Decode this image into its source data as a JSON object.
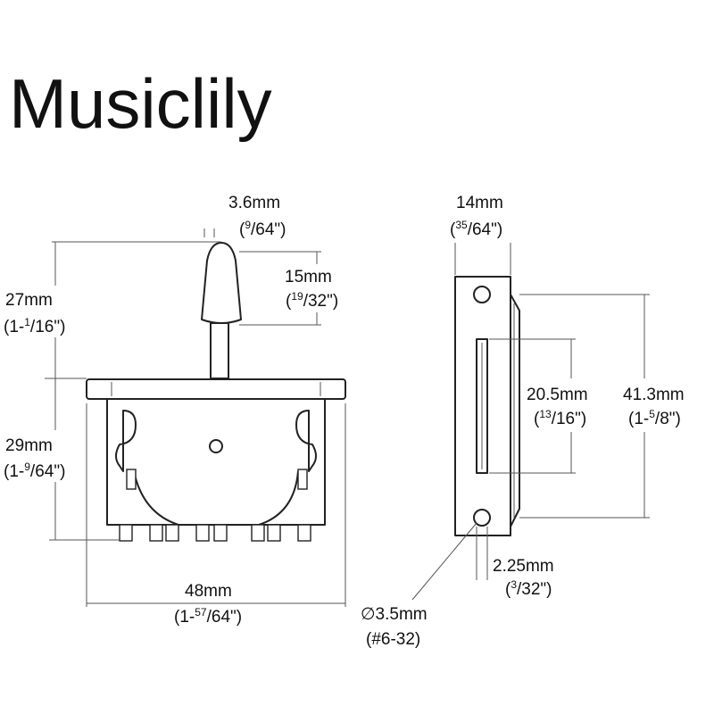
{
  "brand": "Musiclily",
  "front": {
    "tip_width": {
      "metric": "3.6mm",
      "imp_open": "(",
      "imp_num": "9",
      "imp_den": "/64\")"
    },
    "tip_height": {
      "metric": "15mm",
      "imp_open": "(",
      "imp_num": "19",
      "imp_den": "/32\")"
    },
    "lever_height": {
      "metric": "27mm",
      "imp_open": "(1-",
      "imp_num": "1",
      "imp_den": "/16\")"
    },
    "body_height": {
      "metric": "29mm",
      "imp_open": "(1-",
      "imp_num": "9",
      "imp_den": "/64\")"
    },
    "total_width": {
      "metric": "48mm",
      "imp_open": "(1-",
      "imp_num": "57",
      "imp_den": "/64\")"
    }
  },
  "side": {
    "width": {
      "metric": "14mm",
      "imp_open": "(",
      "imp_num": "35",
      "imp_den": "/64\")"
    },
    "slot_length": {
      "metric": "20.5mm",
      "imp_open": "(",
      "imp_num": "13",
      "imp_den": "/16\")"
    },
    "hole_spacing": {
      "metric": "41.3mm",
      "imp_open": "(1-",
      "imp_num": "5",
      "imp_den": "/8\")"
    },
    "edge_offset": {
      "metric": "2.25mm",
      "imp_open": "(",
      "imp_num": "3",
      "imp_den": "/32\")"
    },
    "hole_diameter": {
      "metric": "∅3.5mm",
      "thread": "(#6-32)"
    }
  }
}
